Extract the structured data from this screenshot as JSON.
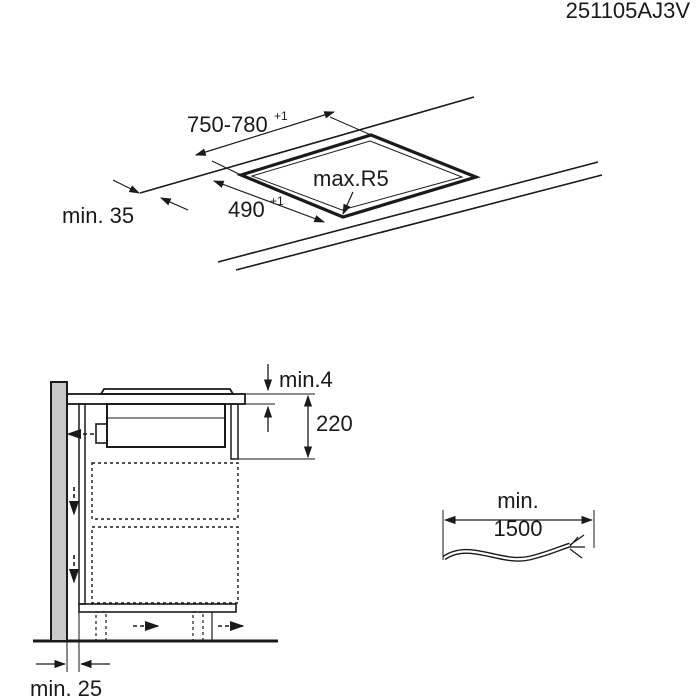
{
  "drawing_code": "251105AJ3V",
  "cutout": {
    "width": "750-780",
    "width_tolerance": "+1",
    "depth": "490",
    "depth_tolerance": "+1",
    "corner_radius": "max.R5",
    "edge_distance": "min. 35"
  },
  "side_view": {
    "top_gap": "min.4",
    "height": "220",
    "wall_gap": "min. 25"
  },
  "cable": {
    "length_label_1": "min.",
    "length_label_2": "1500"
  }
}
